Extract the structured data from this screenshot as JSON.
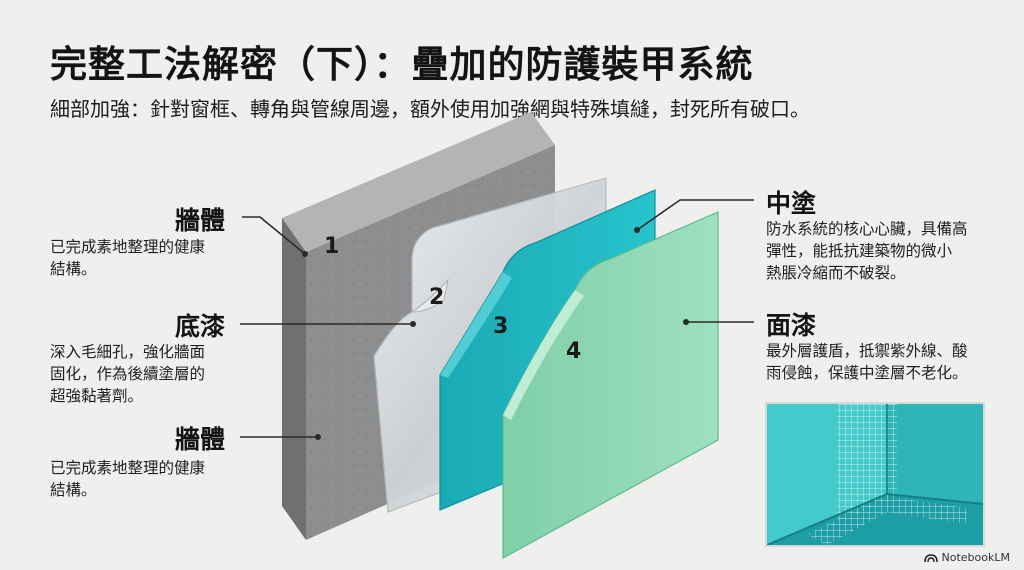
{
  "title": "完整工法解密（下）：疊加的防護裝甲系統",
  "subtitle": "細部加強：針對窗框、轉角與管線周邊，額外使用加強網與特殊填縫，封死所有破口。",
  "left_labels": [
    {
      "name": "牆體",
      "desc": "已完成素地整理的健康\n結構。"
    },
    {
      "name": "底漆",
      "desc": "深入毛細孔，強化牆面\n固化，作為後續塗層的\n超強黏著劑。"
    },
    {
      "name": "牆體",
      "desc": "已完成素地整理的健康\n結構。"
    }
  ],
  "right_labels": [
    {
      "name": "中塗",
      "desc": "防水系統的核心心臟，具備高\n彈性，能抵抗建築物的微小\n熱脹冷縮而不破裂。"
    },
    {
      "name": "面漆",
      "desc": "最外層護盾，抵禦紫外線、酸\n雨侵蝕，保護中塗層不老化。"
    }
  ],
  "layer_numbers": [
    "1",
    "2",
    "3",
    "4"
  ],
  "colors": {
    "concrete": "#8e8f90",
    "primer": "#d9dde0",
    "middle_coat": "#1fb5c0",
    "top_coat": "#8fd8b4"
  },
  "credit": "NotebookLM",
  "credit_icon": "notebooklm-logo-icon"
}
